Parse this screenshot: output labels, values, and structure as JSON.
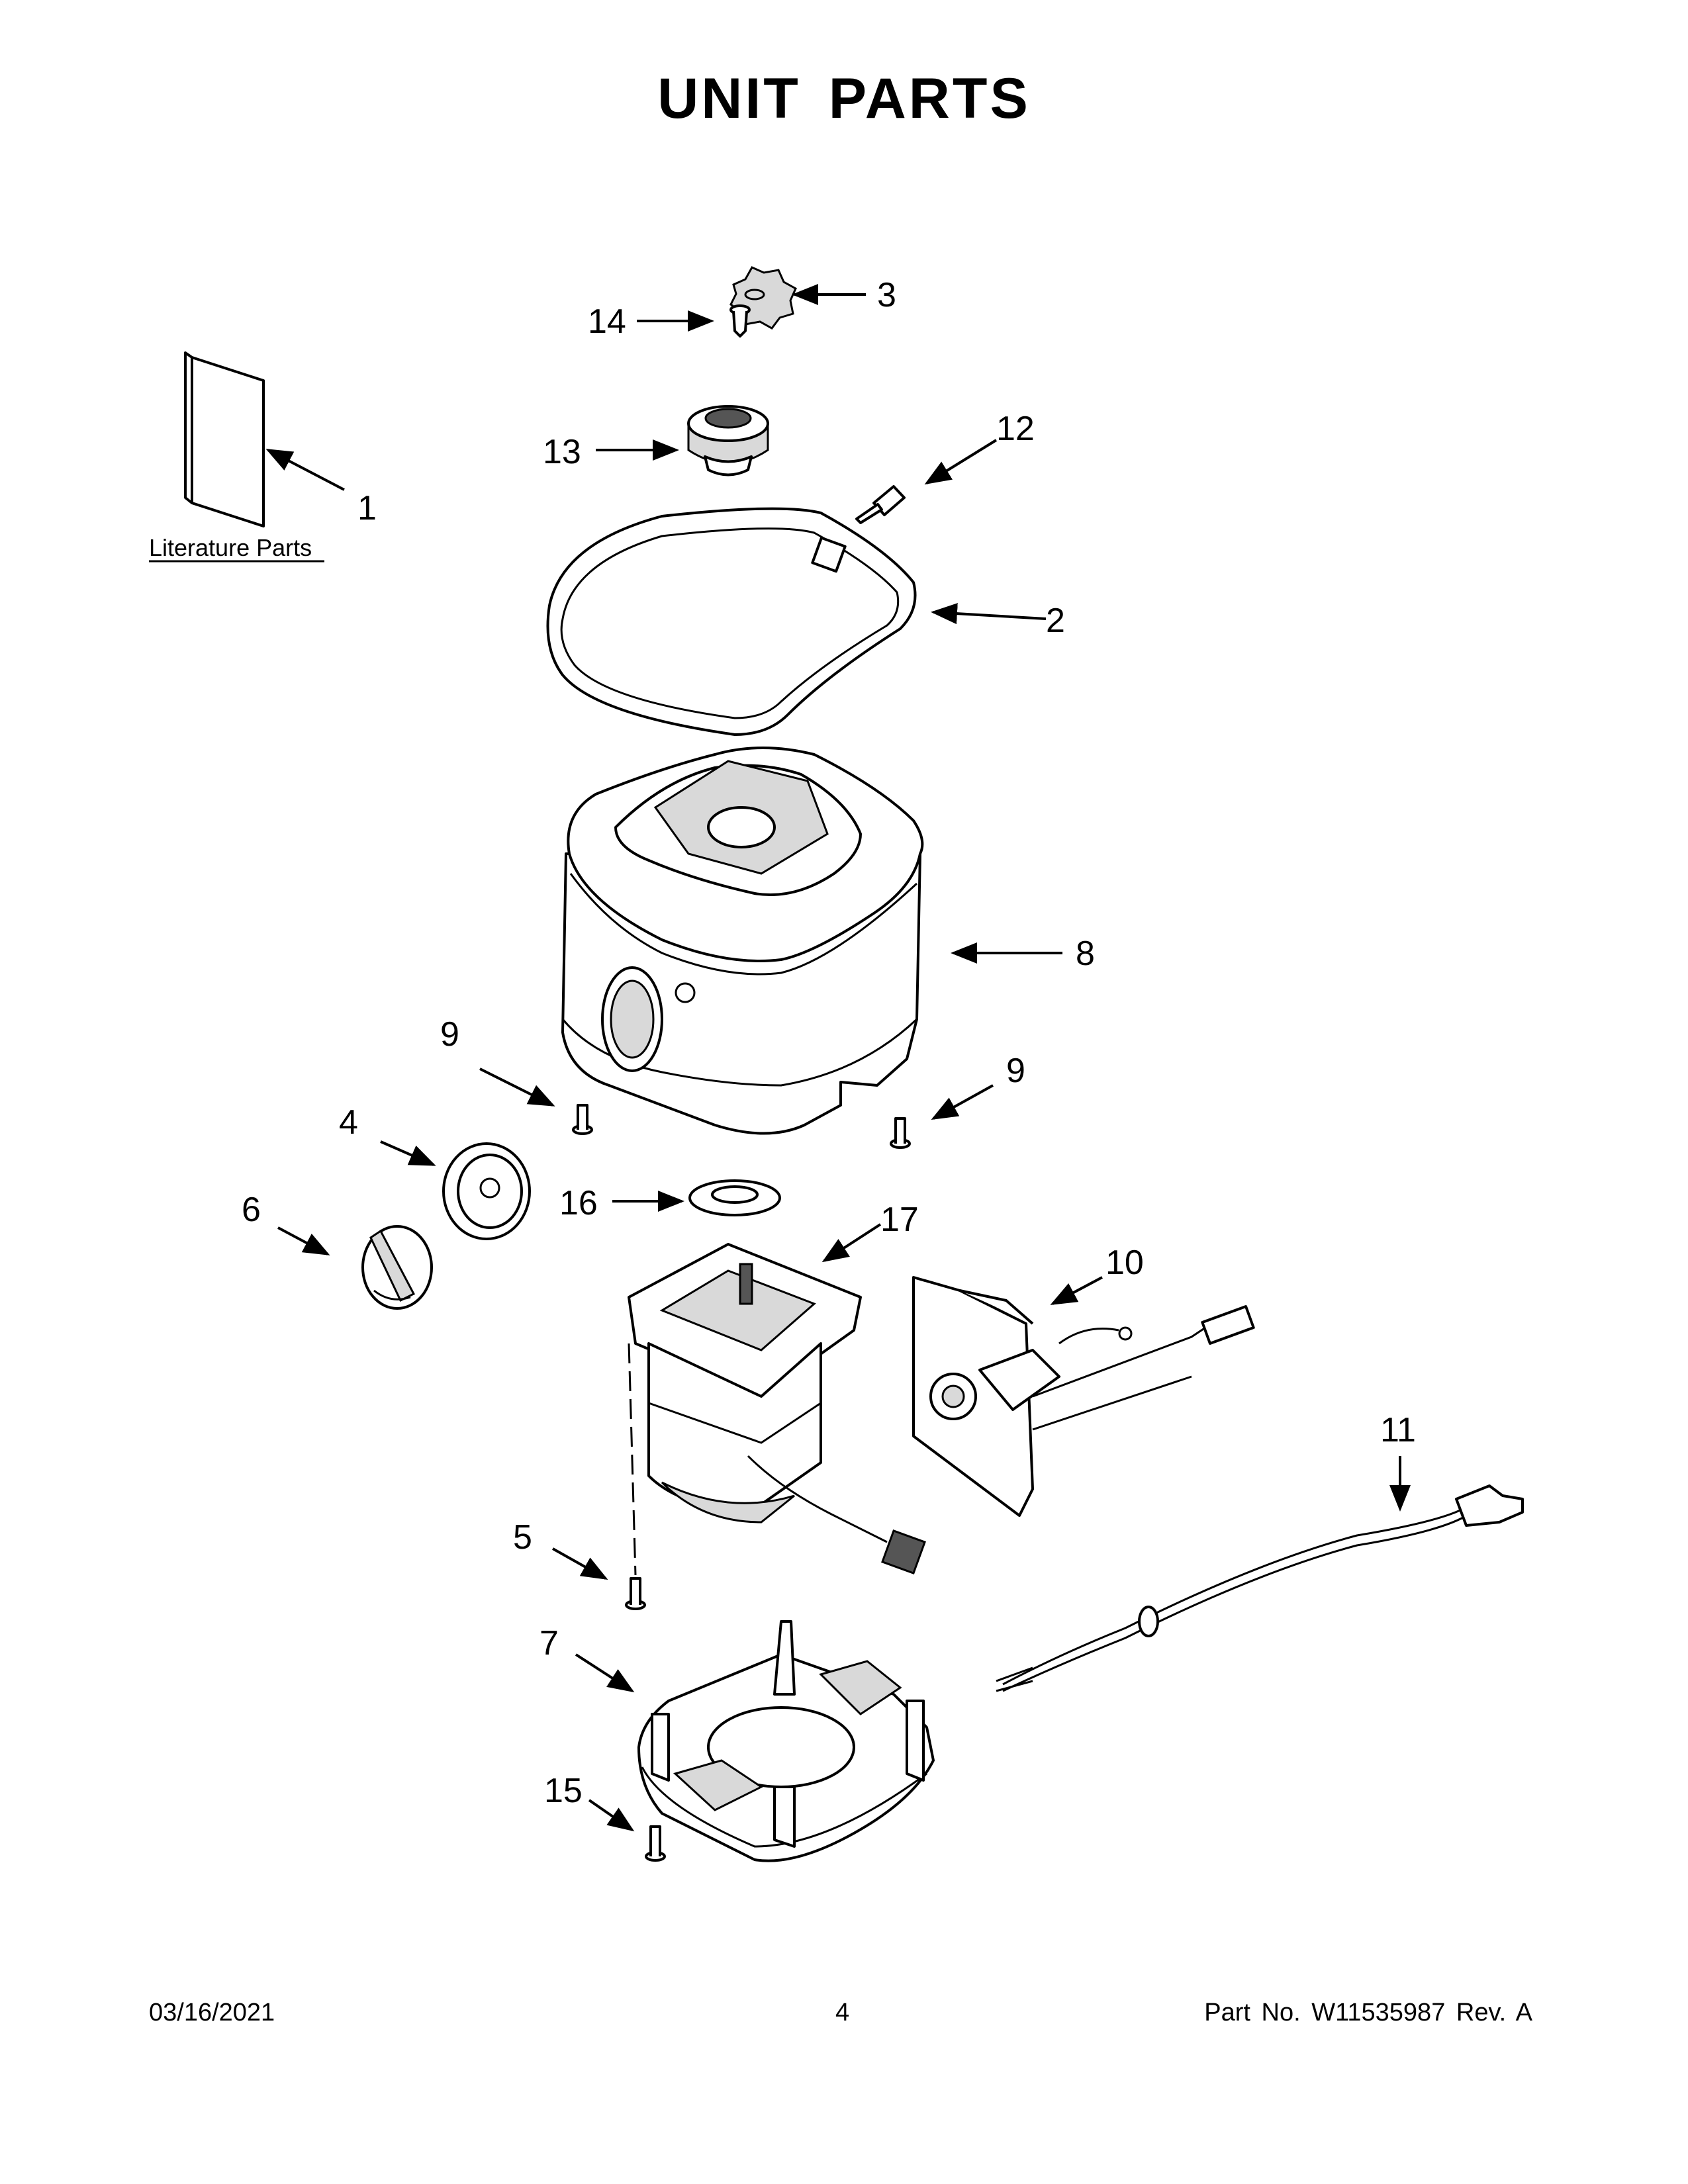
{
  "title": "UNIT PARTS",
  "literature_label": "Literature Parts",
  "callouts": {
    "c1": "1",
    "c2": "2",
    "c3": "3",
    "c4": "4",
    "c5": "5",
    "c6": "6",
    "c7": "7",
    "c8": "8",
    "c9a": "9",
    "c9b": "9",
    "c10": "10",
    "c11": "11",
    "c12": "12",
    "c13": "13",
    "c14": "14",
    "c15": "15",
    "c16": "16",
    "c17": "17"
  },
  "footer": {
    "date": "03/16/2021",
    "page": "4",
    "part": "Part No.  W11535987  Rev.  A"
  }
}
